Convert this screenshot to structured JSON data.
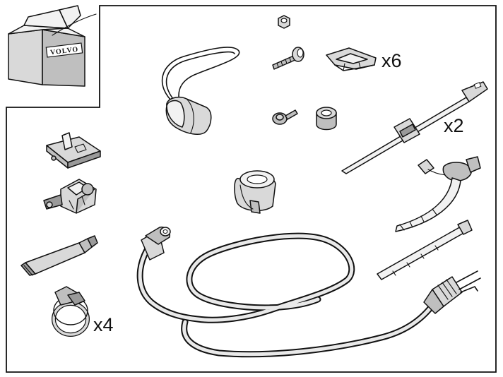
{
  "box": {
    "brand_label": "VOLVO"
  },
  "quantities": {
    "clip_qty": "x6",
    "cable_tie_clip_qty": "x2",
    "hose_clamp_qty": "x4"
  },
  "colors": {
    "line": "#111111",
    "fill_light": "#d9d9d9",
    "fill_mid": "#bfbfbf",
    "fill_dark": "#9a9a9a",
    "background": "#ffffff"
  },
  "icons": [
    "package-box-icon",
    "nut-icon",
    "screw-icon",
    "spring-clip-icon",
    "flange-bolt-icon",
    "spacer-sleeve-icon",
    "socket-cover-icon",
    "cable-tie-icon",
    "connector-holder-icon",
    "cable-holder-icon",
    "grease-tube-icon",
    "hose-clamp-icon",
    "split-grommet-icon",
    "power-cable-icon",
    "plug-icon",
    "cable-strap-icon"
  ]
}
